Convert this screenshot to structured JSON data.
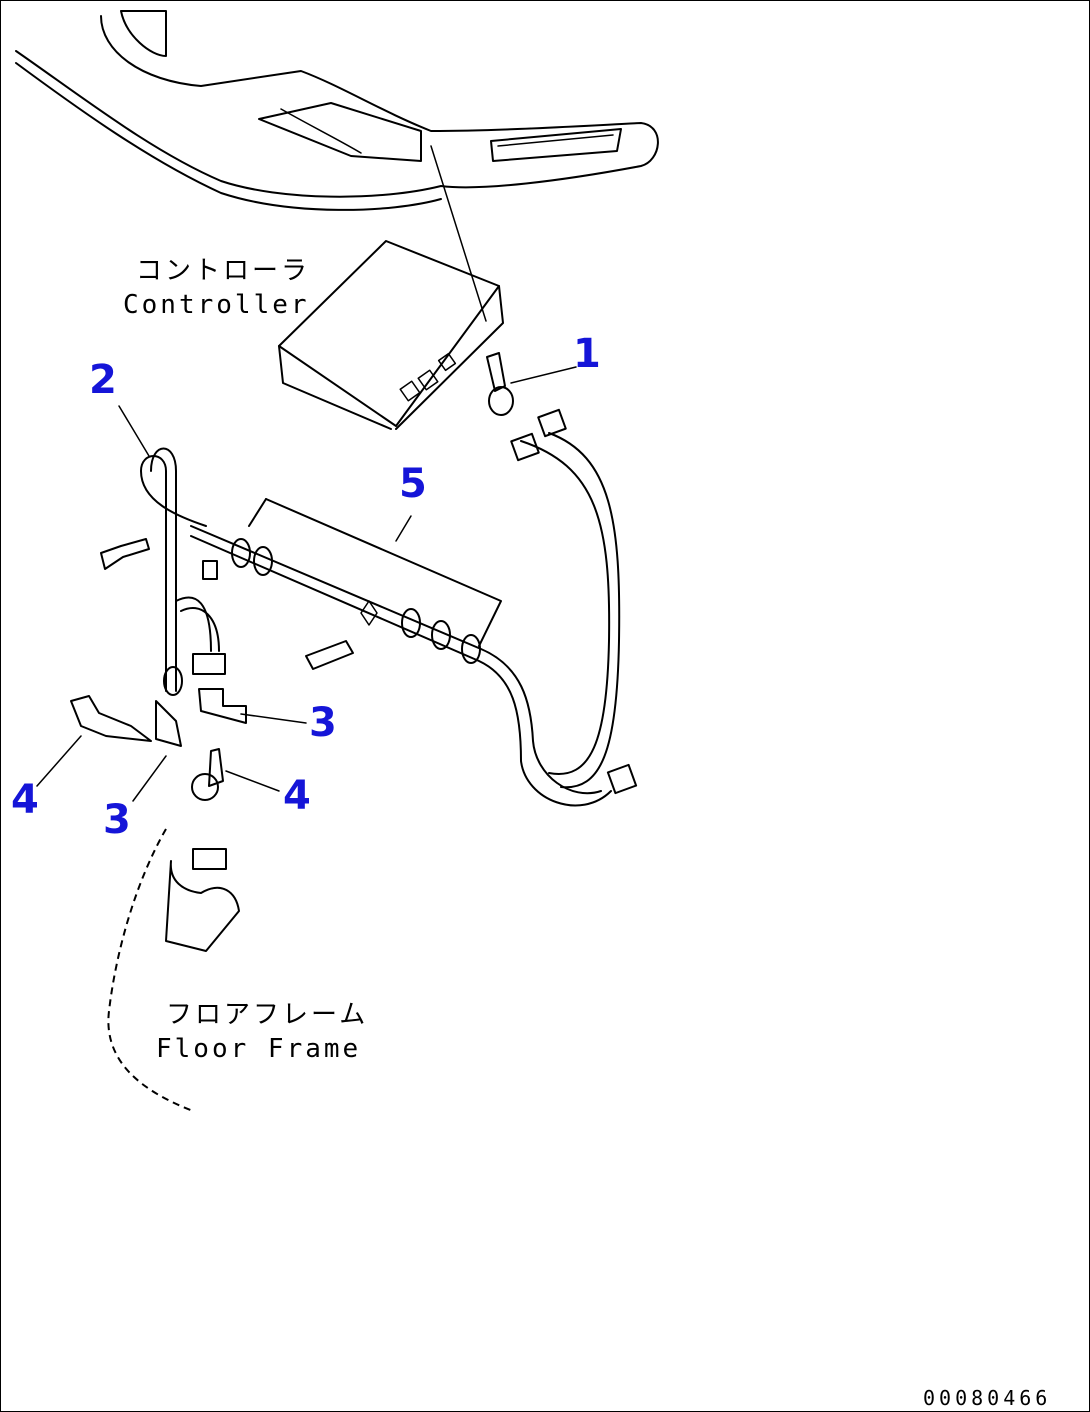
{
  "colors": {
    "callout": "#1515d8",
    "lines": "#000000",
    "background": "#ffffff"
  },
  "labels": {
    "controller_jp": "コントローラ",
    "controller_en": "Controller",
    "floor_frame_jp": "フロアフレーム",
    "floor_frame_en": "Floor Frame"
  },
  "callouts": {
    "c1": "1",
    "c2": "2",
    "c3a": "3",
    "c3b": "3",
    "c4a": "4",
    "c4b": "4",
    "c5": "5"
  },
  "document_number": "00080466"
}
